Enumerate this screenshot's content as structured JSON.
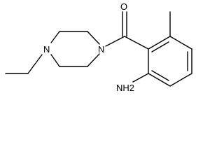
{
  "molecule": {
    "atoms": {
      "oxygen": "O",
      "piperazine_n_acyl": "N",
      "piperazine_n_ethyl": "N",
      "amine": "NH2"
    }
  },
  "colors": {
    "bond": "#000000",
    "background": "#ffffff"
  }
}
